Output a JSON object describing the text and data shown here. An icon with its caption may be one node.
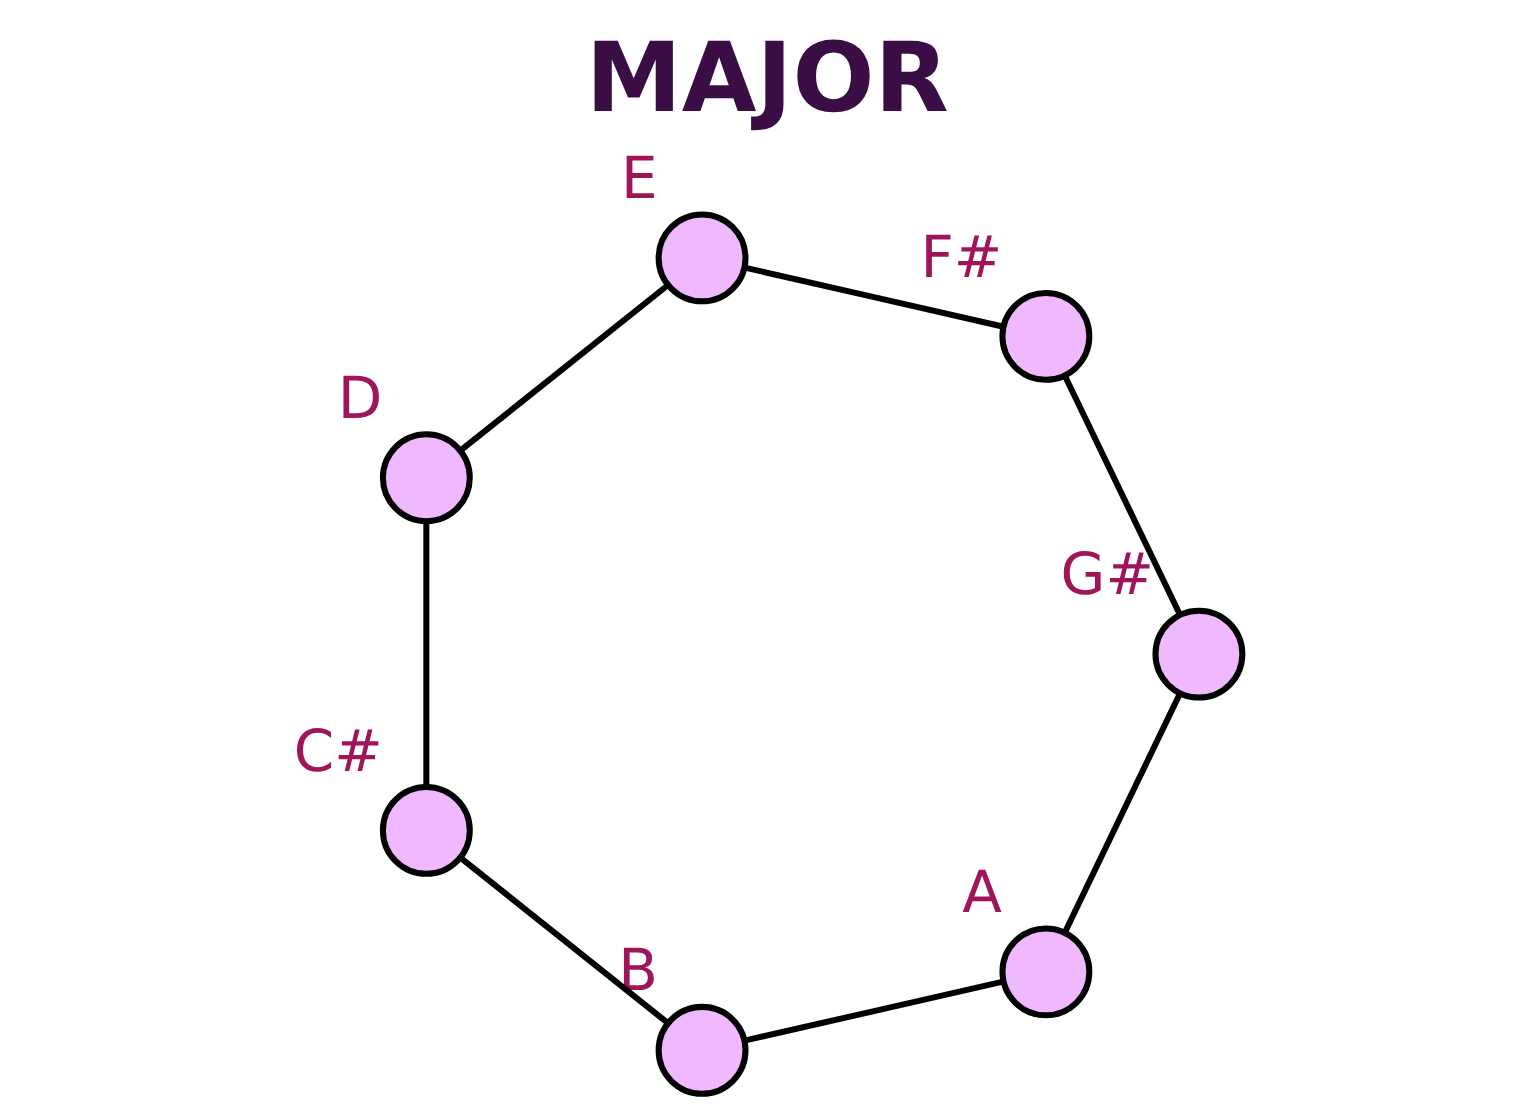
{
  "diagram": {
    "title": "MAJOR",
    "nodes": [
      {
        "text": [],
        "shape": "circle",
        "beside": [
          "A"
        ]
      },
      {
        "text": [],
        "shape": "circle",
        "beside": [
          "G#"
        ]
      },
      {
        "text": [],
        "shape": "circle",
        "beside": [
          "B"
        ]
      },
      {
        "text": [],
        "shape": "circle",
        "beside": [
          "F#"
        ]
      },
      {
        "text": [],
        "shape": "circle",
        "beside": [
          "C#"
        ]
      },
      {
        "text": [],
        "shape": "circle",
        "beside": [
          "E"
        ]
      },
      {
        "text": [],
        "shape": "circle",
        "beside": [
          "D"
        ]
      }
    ],
    "edges": [
      {
        "from": 0,
        "to": 2,
        "arrow": "none"
      },
      {
        "from": 2,
        "to": 4,
        "arrow": "none"
      },
      {
        "from": 4,
        "to": 6,
        "arrow": "none"
      },
      {
        "from": 6,
        "to": 5,
        "arrow": "none"
      },
      {
        "from": 5,
        "to": 3,
        "arrow": "none"
      },
      {
        "from": 3,
        "to": 1,
        "arrow": "none"
      },
      {
        "from": 1,
        "to": 0,
        "arrow": "none"
      }
    ]
  }
}
